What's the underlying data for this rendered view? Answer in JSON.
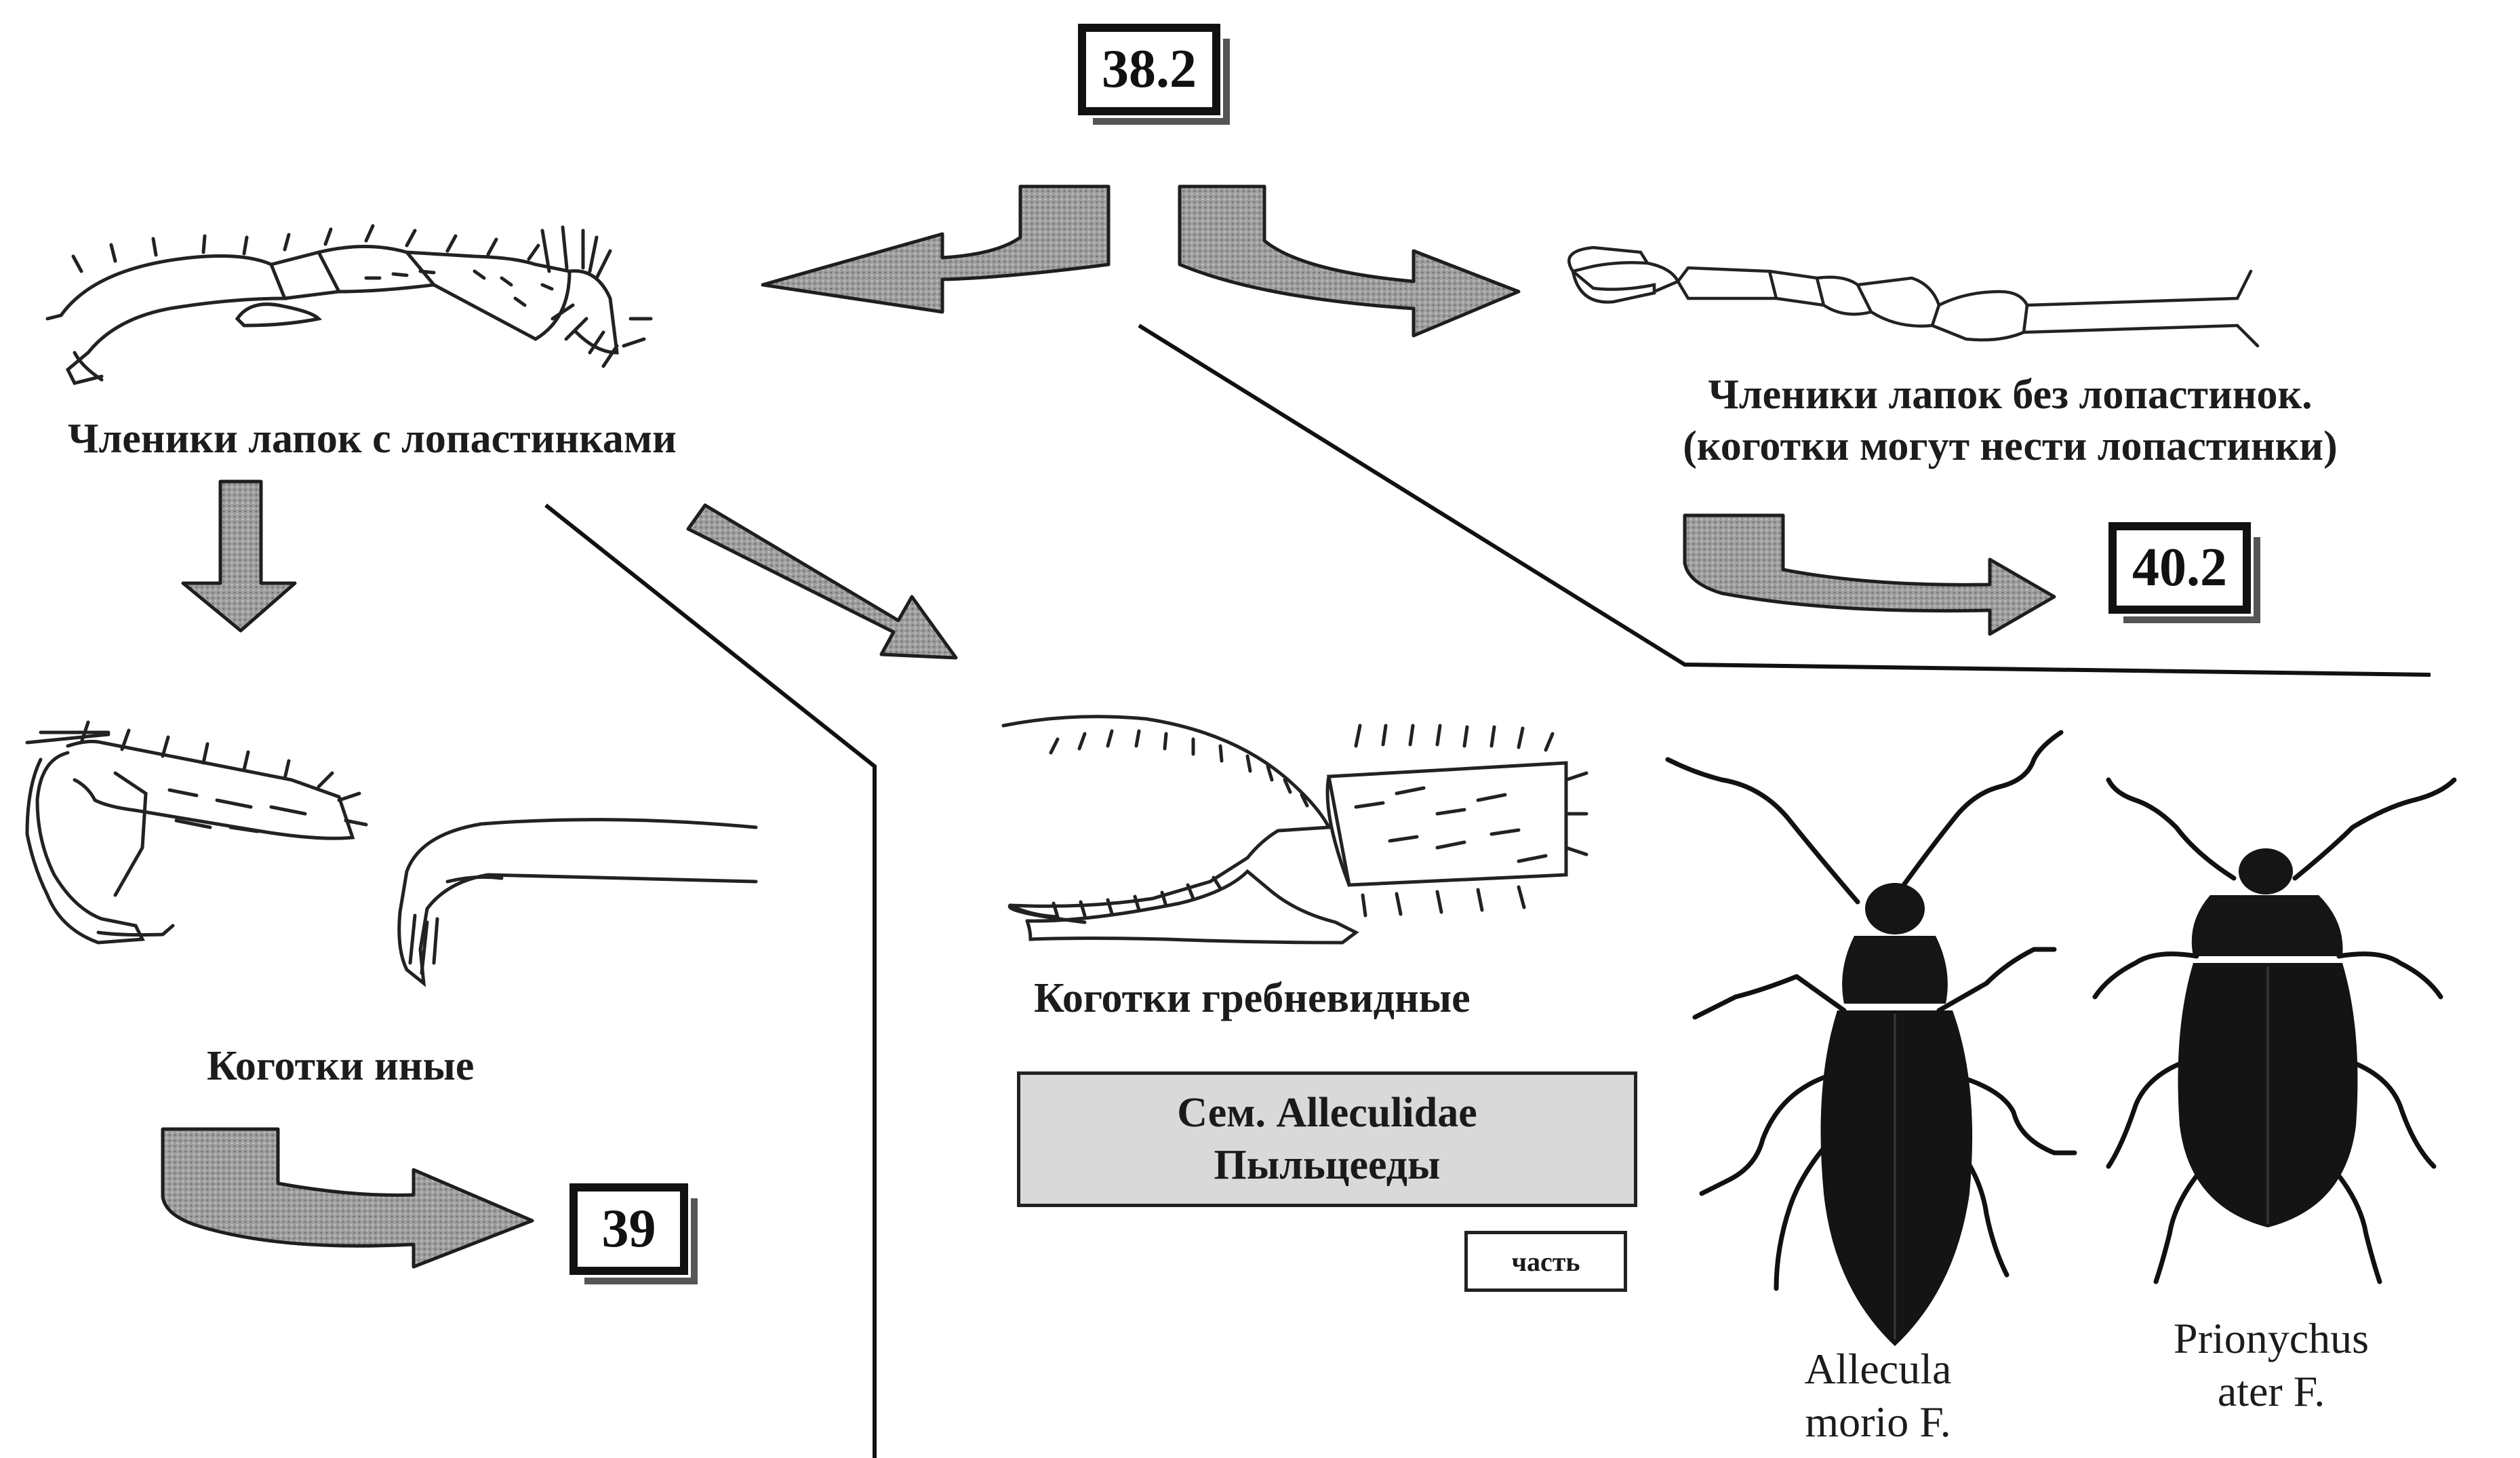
{
  "nodes": {
    "top": "38.2",
    "right_next": "40.2",
    "left_next": "39"
  },
  "labels": {
    "lobed_segments": "Членики лапок с лопастинками",
    "no_lobes_line1": "Членики лапок без лопастинок.",
    "no_lobes_line2": "(коготки могут нести лопастинки)",
    "other_claws": "Коготки иные",
    "comb_claws": "Коготки гребневидные"
  },
  "family": {
    "line1": "Сем. Alleculidae",
    "line2": "Пыльцееды",
    "part": "часть"
  },
  "species": [
    {
      "line1": "Allecula",
      "line2": "morio F."
    },
    {
      "line1": "Prionychus",
      "line2": "ater F."
    }
  ],
  "icons": [
    "lobed-tarsus-icon",
    "slender-tarsus-icon",
    "simple-claw-icon",
    "toothed-claw-icon",
    "comb-claw-icon",
    "beetle-icon"
  ],
  "colors": {
    "arrow_fill": "#9e9e9e",
    "arrow_stroke": "#1e1e1e",
    "line": "#111111",
    "family_bg": "#d9d9d9"
  }
}
